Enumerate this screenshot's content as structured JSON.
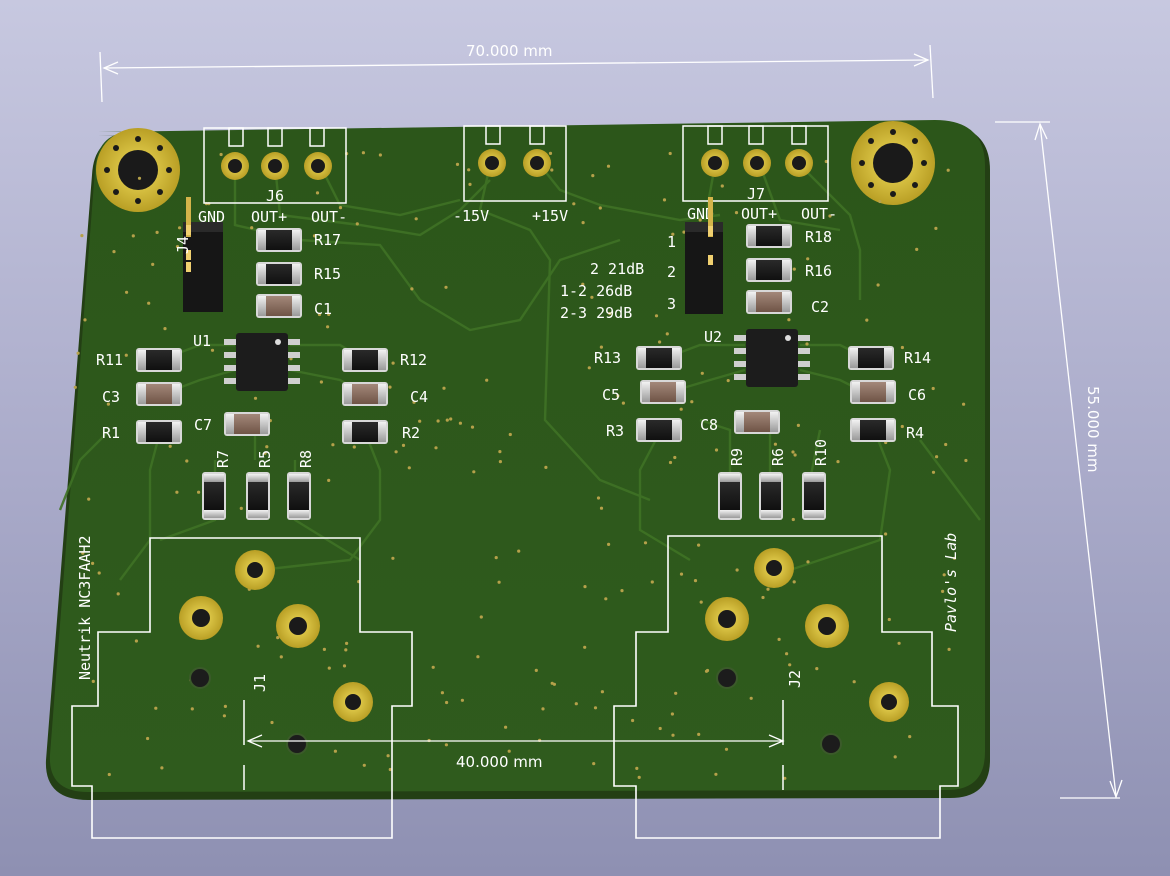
{
  "dimensions": {
    "width": "70.000 mm",
    "height": "55.000 mm",
    "jack_spacing": "40.000 mm"
  },
  "board": {
    "colors": {
      "background_top": "#c7c8e0",
      "background_bottom": "#8e90b2",
      "solder_mask": "#2f5a1c",
      "trace": "#3d6e24",
      "pad_gold": "#d7c23c",
      "silkscreen": "#ffffff",
      "ic_body": "#1e1e1e",
      "smd_cap": "#8a6b5c"
    },
    "side_labels": {
      "left": "Neutrik NC3FAAH2",
      "right": "Pavlo's Lab"
    }
  },
  "connectors": {
    "j6": {
      "ref": "J6",
      "pins": [
        "GND",
        "OUT+",
        "OUT-"
      ]
    },
    "j7": {
      "ref": "J7",
      "pins": [
        "GND",
        "OUT+",
        "OUT-"
      ]
    },
    "power": {
      "pins": [
        "-15V",
        "+15V"
      ]
    },
    "j1": {
      "ref": "J1"
    },
    "j2": {
      "ref": "J2"
    },
    "j4": {
      "ref": "J4"
    }
  },
  "gain_table": {
    "row_numbers": [
      "1",
      "2",
      "3"
    ],
    "lines": [
      "2 21dB",
      "1-2 26dB",
      "2-3 29dB"
    ]
  },
  "ics": {
    "u1": "U1",
    "u2": "U2"
  },
  "components": {
    "r1": "R1",
    "r2": "R2",
    "r3": "R3",
    "r4": "R4",
    "r5": "R5",
    "r6": "R6",
    "r7": "R7",
    "r8": "R8",
    "r9": "R9",
    "r10": "R10",
    "r11": "R11",
    "r12": "R12",
    "r13": "R13",
    "r14": "R14",
    "r15": "R15",
    "r16": "R16",
    "r17": "R17",
    "r18": "R18",
    "c1": "C1",
    "c2": "C2",
    "c3": "C3",
    "c4": "C4",
    "c5": "C5",
    "c6": "C6",
    "c7": "C7",
    "c8": "C8"
  }
}
